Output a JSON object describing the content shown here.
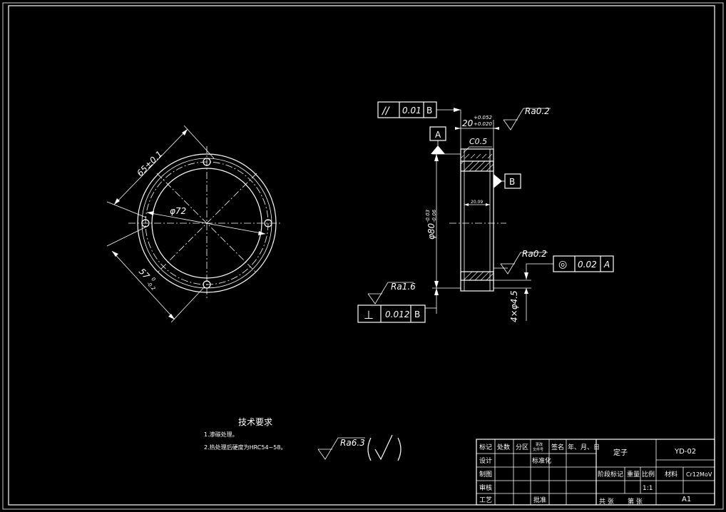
{
  "front_view": {
    "dim_chord_top": "65±0.1",
    "dim_hole_circle": "φ72",
    "dim_chord_bottom_main": "57",
    "dim_chord_bottom_tol_upper": "0",
    "dim_chord_bottom_tol_lower": "-0.2"
  },
  "side_view": {
    "datum_a": "A",
    "datum_b": "B",
    "chamfer": "C0.5",
    "width_main": "20",
    "width_tol_upper": "+0.052",
    "width_tol_lower": "+0.020",
    "inner_dim": "20.09",
    "dia_main": "φ80",
    "dia_tol_upper": "-0.03",
    "dia_tol_lower": "-0.06",
    "holes": "4×φ4.5",
    "roughness_top": "Ra0.2",
    "roughness_mid": "Ra0.2",
    "roughness_left": "Ra1.6"
  },
  "tolerance_frames": {
    "parallel": {
      "symbol": "//",
      "value": "0.01",
      "datum": "B"
    },
    "perpendicular": {
      "symbol": "⊥",
      "value": "0.012",
      "datum": "B"
    },
    "concentric": {
      "symbol": "◎",
      "value": "0.02",
      "datum": "A"
    }
  },
  "notes": {
    "title": "技术要求",
    "items": [
      "1.渗碳处理。",
      "2.热处理后硬度为HRC54~58。"
    ],
    "general_roughness": "Ra6.3"
  },
  "title_block": {
    "h_mark": "标记",
    "h_count": "处数",
    "h_zone": "分区",
    "h_file_top": "更改",
    "h_file_bottom": "文件号",
    "h_sign": "签名",
    "h_date": "年、月、日",
    "design": "设计",
    "standardize": "标准化",
    "drawing": "制图",
    "review": "审核",
    "process": "工艺",
    "approve": "批准",
    "part_name": "定子",
    "drawing_no": "YD-02",
    "material_label": "材料",
    "material_value": "Cr12MoV",
    "stage_mark": "阶段标记",
    "weight": "重量",
    "scale_label": "比例",
    "scale_value": "1:1",
    "total_sheets": "共  张",
    "sheet_no": "第  张",
    "size": "A1"
  }
}
